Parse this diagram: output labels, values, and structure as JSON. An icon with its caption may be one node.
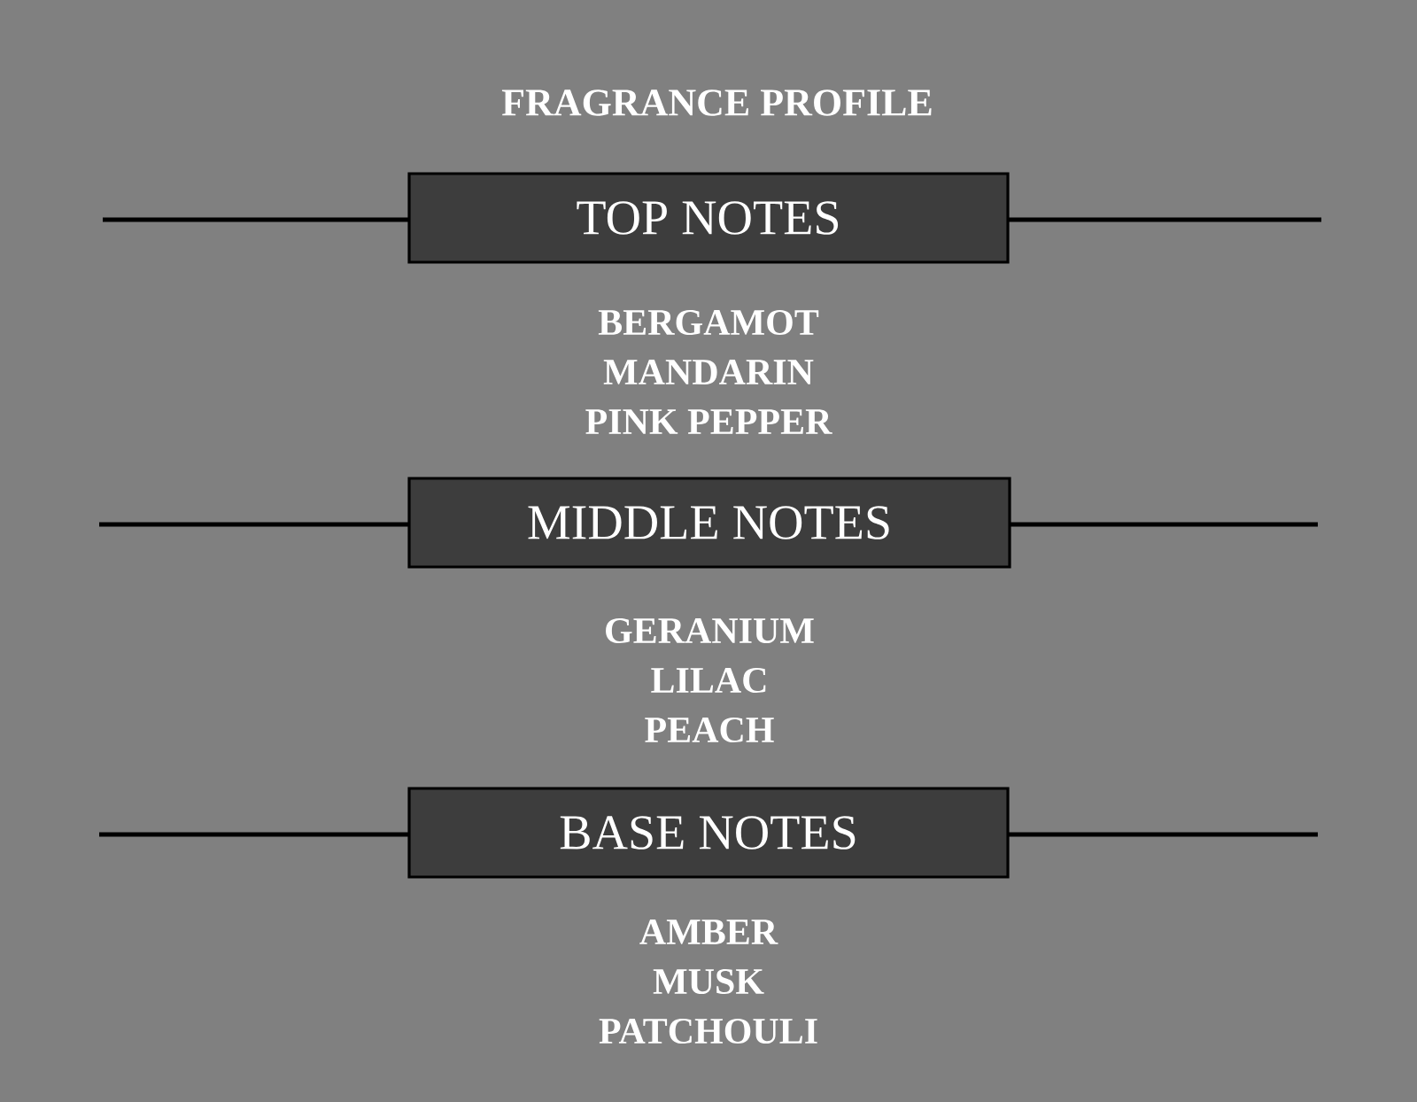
{
  "diagram": {
    "title": "FRAGRANCE PROFILE",
    "nodes": [
      {
        "text": [
          "TOP NOTES"
        ],
        "beside": [
          "BERGAMOT",
          "MANDARIN",
          "PINK PEPPER"
        ]
      },
      {
        "text": [
          "MIDDLE NOTES"
        ],
        "beside": [
          "GERANIUM",
          "LILAC",
          "PEACH"
        ]
      },
      {
        "text": [
          "BASE NOTES"
        ],
        "beside": [
          "AMBER",
          "MUSK",
          "PATCHOULI"
        ]
      }
    ]
  }
}
